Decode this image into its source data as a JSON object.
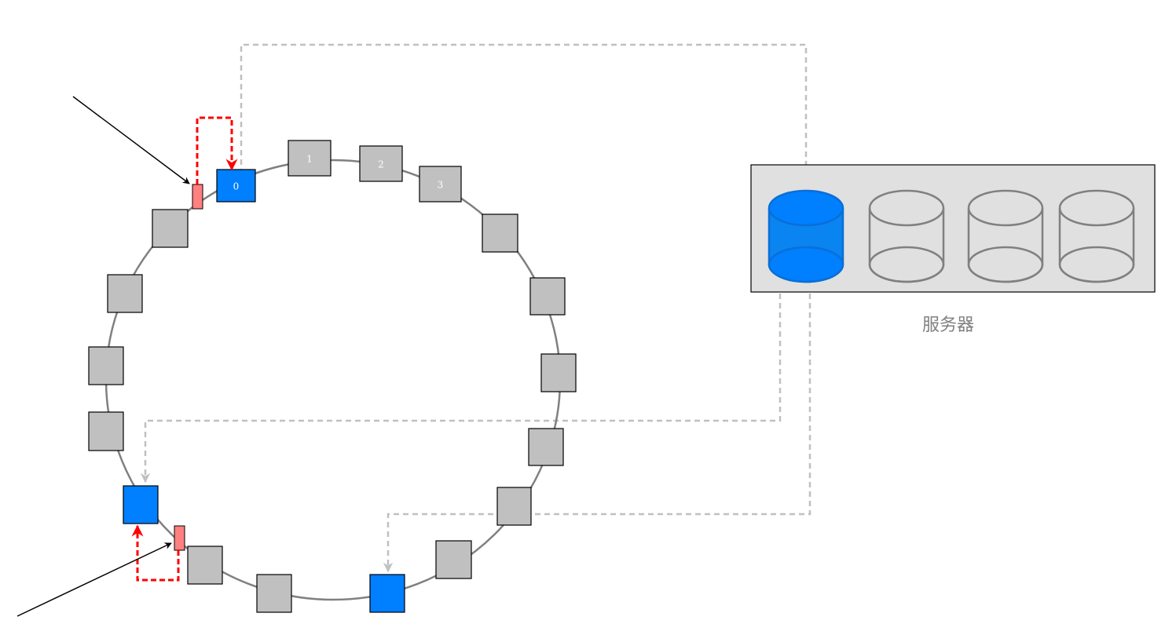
{
  "diagram": {
    "colors": {
      "ring": "#808080",
      "node_gray": "#c0c0c0",
      "node_blue": "#007fff",
      "key_red": "#ff8080",
      "arrow_red": "#ff0000",
      "arrow_gray": "#c0c0c0",
      "panel_fill": "#e0e0e0",
      "disk_stroke": "#808080"
    },
    "ring_nodes": [
      {
        "label": "0",
        "color": "blue"
      },
      {
        "label": "1",
        "color": "gray"
      },
      {
        "label": "2",
        "color": "gray"
      },
      {
        "label": "3",
        "color": "gray"
      },
      {
        "label": "",
        "color": "gray"
      },
      {
        "label": "",
        "color": "gray"
      },
      {
        "label": "",
        "color": "gray"
      },
      {
        "label": "",
        "color": "gray"
      },
      {
        "label": "",
        "color": "gray"
      },
      {
        "label": "",
        "color": "gray"
      },
      {
        "label": "",
        "color": "blue"
      },
      {
        "label": "",
        "color": "gray"
      },
      {
        "label": "",
        "color": "gray"
      },
      {
        "label": "",
        "color": "blue"
      },
      {
        "label": "",
        "color": "gray"
      },
      {
        "label": "",
        "color": "gray"
      },
      {
        "label": "",
        "color": "gray"
      },
      {
        "label": "",
        "color": "gray"
      },
      {
        "label": "",
        "color": "gray"
      },
      {
        "label": "",
        "color": "gray"
      }
    ],
    "server": {
      "label": "服务器",
      "disks": [
        {
          "color": "blue"
        },
        {
          "color": "outline"
        },
        {
          "color": "outline"
        },
        {
          "color": "outline"
        }
      ]
    }
  }
}
